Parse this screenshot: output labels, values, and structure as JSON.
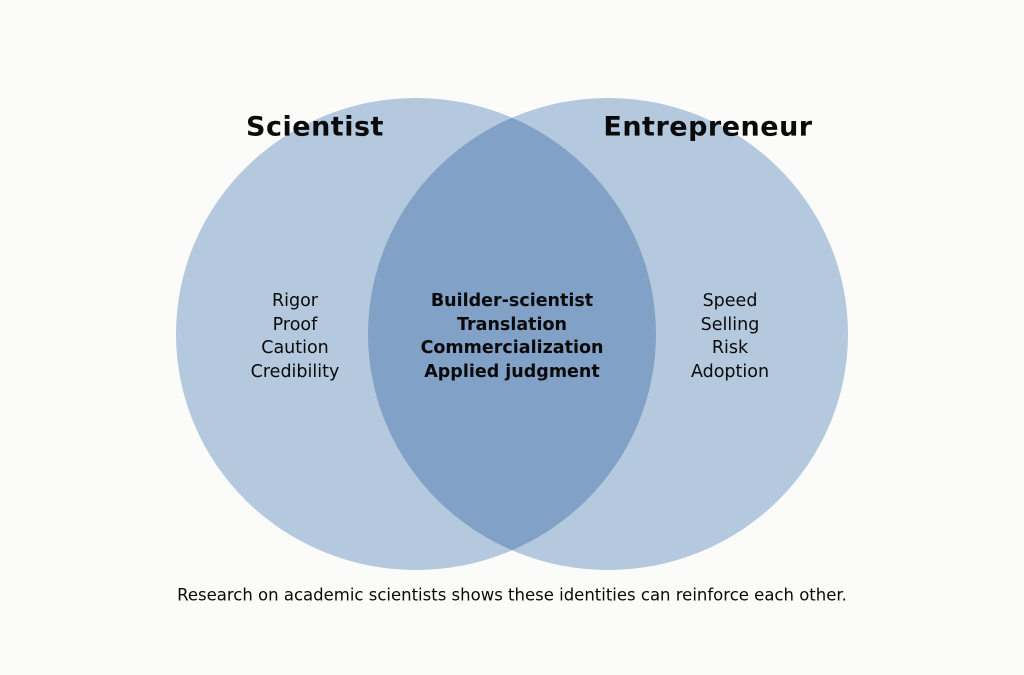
{
  "diagram": {
    "type": "venn",
    "left_circle": {
      "title": "Scientist",
      "items": [
        "Rigor",
        "Proof",
        "Caution",
        "Credibility"
      ]
    },
    "right_circle": {
      "title": "Entrepreneur",
      "items": [
        "Speed",
        "Selling",
        "Risk",
        "Adoption"
      ]
    },
    "overlap": {
      "items": [
        "Builder-scientist",
        "Translation",
        "Commercialization",
        "Applied judgment"
      ]
    },
    "caption": "Research on academic scientists shows these identities can reinforce each other.",
    "colors": {
      "circle_fill": "#b7cde4",
      "overlap_fill": "#83a4cc",
      "background": "#fbfbf9",
      "text": "#0a0a0a"
    }
  }
}
